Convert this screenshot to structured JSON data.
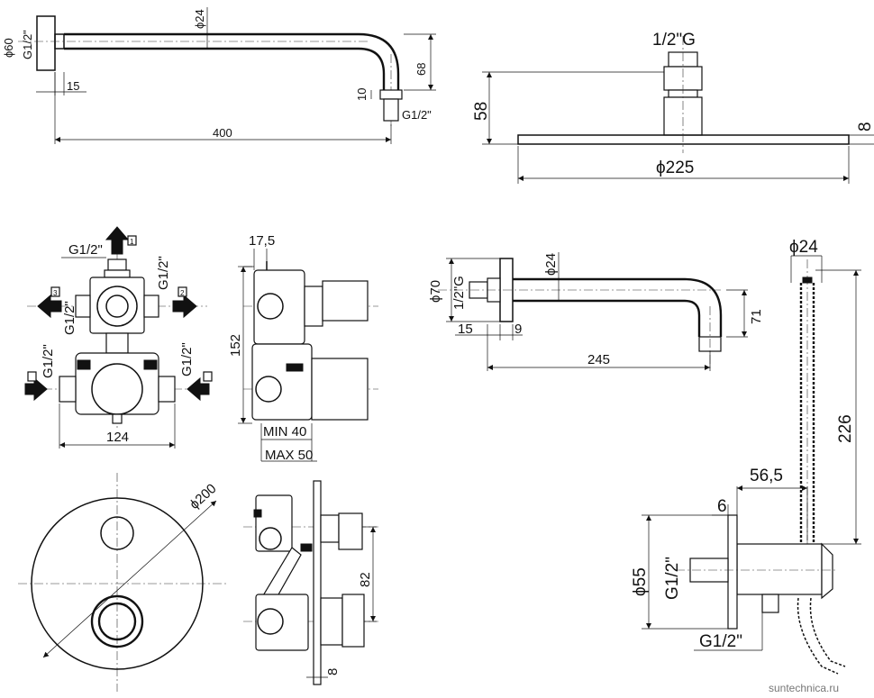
{
  "arm_top": {
    "d_flange": "ϕ60",
    "thread_flange": "G1/2\"",
    "d_pipe": "ϕ24",
    "thread_outlet": "G1/2\"",
    "dim_15": "15",
    "dim_68": "68",
    "dim_10": "10",
    "dim_400": "400"
  },
  "head": {
    "thread": "1/2\"G",
    "dim_58": "58",
    "dim_8": "8",
    "diameter": "ϕ225"
  },
  "valve_front": {
    "thread_top": "G1/2\"",
    "thread_upper_left": "G1/2\"",
    "thread_upper_right": "G1/2\"",
    "thread_lower_left": "G1/2\"",
    "thread_lower_right": "G1/2\"",
    "width": "124",
    "port_1": "1",
    "port_2": "2",
    "port_3": "3"
  },
  "valve_side": {
    "dim_17_5": "17,5",
    "dim_152": "152",
    "min": "MIN 40",
    "max": "MAX 50"
  },
  "arm_short": {
    "d_flange": "ϕ70",
    "thread": "1/2\"G",
    "d_pipe": "ϕ24",
    "dim_15": "15",
    "dim_9": "9",
    "dim_71": "71",
    "dim_245": "245"
  },
  "hose_outlet": {
    "d_hose": "ϕ24",
    "dim_226": "226",
    "dim_56_5": "56,5",
    "dim_6": "6",
    "d_flange": "ϕ55",
    "thread_back": "G1/2\"",
    "thread_bottom": "G1/2\""
  },
  "cover_plate": {
    "diameter": "ϕ200"
  },
  "valve_side_assembled": {
    "dim_82": "82",
    "dim_8": "8"
  },
  "watermark": "suntechnica.ru"
}
